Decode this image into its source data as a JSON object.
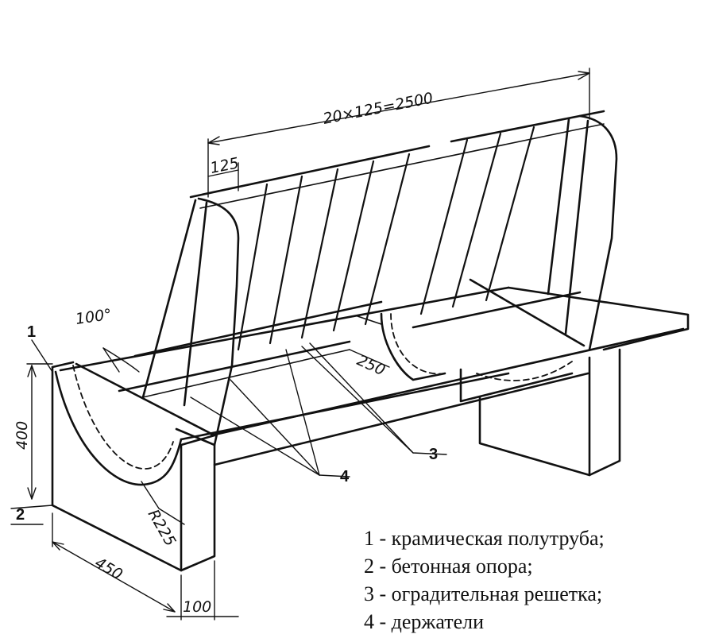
{
  "dimensions": {
    "length_total": "20×125=2500",
    "bar_spacing": "125",
    "angle": "100°",
    "holder_spacing": "250",
    "height": "400",
    "width": "450",
    "radius": "R225",
    "support_thickness": "100"
  },
  "callouts": {
    "c1": "1",
    "c2": "2",
    "c3": "3",
    "c4": "4"
  },
  "legend": [
    "1 - крамическая полутруба;",
    "2 - бетонная опора;",
    "3 - оградительная решетка;",
    "4 - держатели"
  ]
}
